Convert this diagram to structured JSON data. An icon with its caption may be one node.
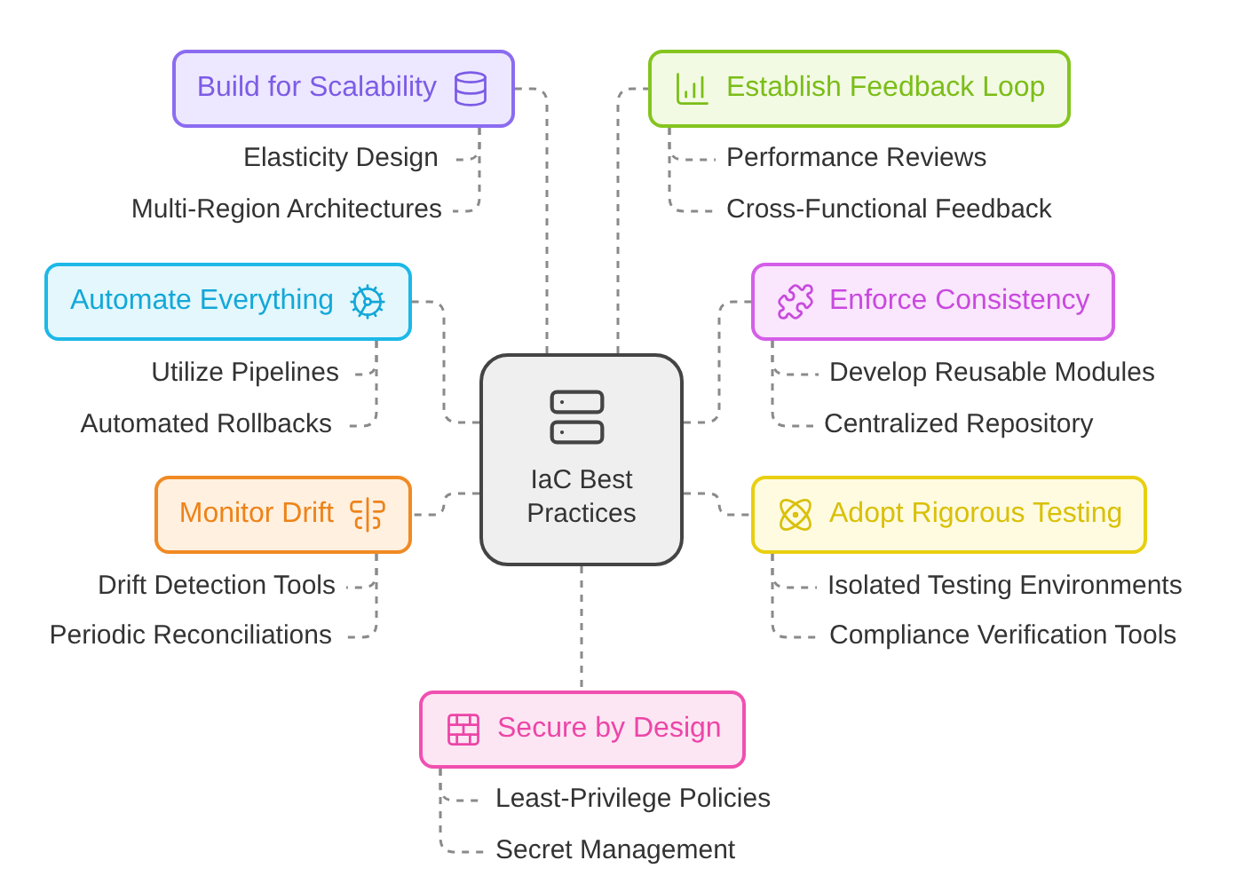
{
  "diagram": {
    "nodes": [
      {
        "text": [
          "IaC Best Practices"
        ]
      },
      {
        "text": [
          "Build for Scalability"
        ]
      },
      {
        "text": [
          "Elasticity Design"
        ]
      },
      {
        "text": [
          "Multi-Region Architectures"
        ]
      },
      {
        "text": [
          "Establish Feedback Loop"
        ]
      },
      {
        "text": [
          "Performance Reviews"
        ]
      },
      {
        "text": [
          "Cross-Functional Feedback"
        ]
      },
      {
        "text": [
          "Automate Everything"
        ]
      },
      {
        "text": [
          "Utilize Pipelines"
        ]
      },
      {
        "text": [
          "Automated Rollbacks"
        ]
      },
      {
        "text": [
          "Enforce Consistency"
        ]
      },
      {
        "text": [
          "Develop Reusable Modules"
        ]
      },
      {
        "text": [
          "Centralized Repository"
        ]
      },
      {
        "text": [
          "Monitor Drift"
        ]
      },
      {
        "text": [
          "Drift Detection Tools"
        ]
      },
      {
        "text": [
          "Periodic Reconciliations"
        ]
      },
      {
        "text": [
          "Adopt Rigorous Testing"
        ]
      },
      {
        "text": [
          "Isolated Testing Environments"
        ]
      },
      {
        "text": [
          "Compliance Verification Tools"
        ]
      },
      {
        "text": [
          "Secure by Design"
        ]
      },
      {
        "text": [
          "Least-Privilege Policies"
        ]
      },
      {
        "text": [
          "Secret Management"
        ]
      }
    ],
    "edges": [
      {
        "from": 0,
        "to": 1,
        "arrow": "none",
        "style": "dashed"
      },
      {
        "from": 0,
        "to": 4,
        "arrow": "none",
        "style": "dashed"
      },
      {
        "from": 0,
        "to": 7,
        "arrow": "none",
        "style": "dashed"
      },
      {
        "from": 0,
        "to": 10,
        "arrow": "none",
        "style": "dashed"
      },
      {
        "from": 0,
        "to": 13,
        "arrow": "none",
        "style": "dashed"
      },
      {
        "from": 0,
        "to": 16,
        "arrow": "none",
        "style": "dashed"
      },
      {
        "from": 0,
        "to": 19,
        "arrow": "none",
        "style": "dashed"
      },
      {
        "from": 1,
        "to": 2,
        "arrow": "none",
        "style": "dashed"
      },
      {
        "from": 1,
        "to": 3,
        "arrow": "none",
        "style": "dashed"
      },
      {
        "from": 4,
        "to": 5,
        "arrow": "none",
        "style": "dashed"
      },
      {
        "from": 4,
        "to": 6,
        "arrow": "none",
        "style": "dashed"
      },
      {
        "from": 7,
        "to": 8,
        "arrow": "none",
        "style": "dashed"
      },
      {
        "from": 7,
        "to": 9,
        "arrow": "none",
        "style": "dashed"
      },
      {
        "from": 10,
        "to": 11,
        "arrow": "none",
        "style": "dashed"
      },
      {
        "from": 10,
        "to": 12,
        "arrow": "none",
        "style": "dashed"
      },
      {
        "from": 13,
        "to": 14,
        "arrow": "none",
        "style": "dashed"
      },
      {
        "from": 13,
        "to": 15,
        "arrow": "none",
        "style": "dashed"
      },
      {
        "from": 16,
        "to": 17,
        "arrow": "none",
        "style": "dashed"
      },
      {
        "from": 16,
        "to": 18,
        "arrow": "none",
        "style": "dashed"
      },
      {
        "from": 19,
        "to": 20,
        "arrow": "none",
        "style": "dashed"
      },
      {
        "from": 19,
        "to": 21,
        "arrow": "none",
        "style": "dashed"
      }
    ]
  }
}
